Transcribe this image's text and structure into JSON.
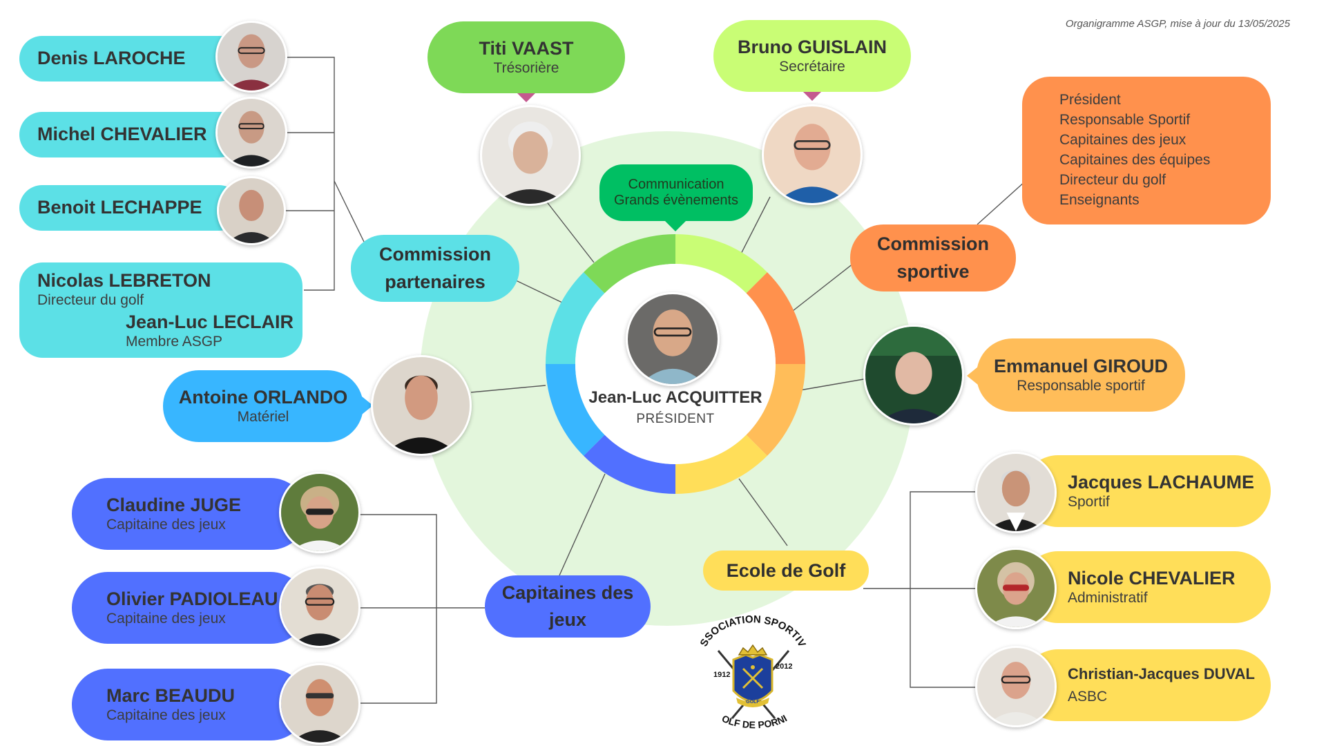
{
  "note": "Organigramme ASGP, mise à jour du 13/05/2025",
  "president": {
    "name": "Jean-Luc ACQUITTER",
    "role": "PRÉSIDENT"
  },
  "treasurer": {
    "name": "Titi VAAST",
    "role": "Trésorière"
  },
  "secretary": {
    "name": "Bruno GUISLAIN",
    "role": "Secrétaire"
  },
  "communication": {
    "line1": "Communication",
    "line2": "Grands évènements"
  },
  "partners": {
    "title_line1": "Commission",
    "title_line2": "partenaires",
    "members": [
      {
        "name": "Denis LAROCHE"
      },
      {
        "name": "Michel CHEVALIER"
      },
      {
        "name": "Benoit LECHAPPE"
      }
    ],
    "group": [
      {
        "name": "Nicolas LEBRETON",
        "role": "Directeur du golf"
      },
      {
        "name": "Jean-Luc LECLAIR",
        "role": "Membre ASGP"
      }
    ]
  },
  "material": {
    "name": "Antoine ORLANDO",
    "role": "Matériel"
  },
  "sport_commission": {
    "title_line1": "Commission",
    "title_line2": "sportive",
    "members": [
      "Président",
      "Responsable Sportif",
      "Capitaines des jeux",
      "Capitaines des équipes",
      "Directeur du golf",
      "Enseignants"
    ]
  },
  "sport_manager": {
    "name": "Emmanuel GIROUD",
    "role": "Responsable sportif"
  },
  "game_captains": {
    "title_line1": "Capitaines des",
    "title_line2": "jeux",
    "members": [
      {
        "name": "Claudine JUGE",
        "role": "Capitaine des jeux"
      },
      {
        "name": "Olivier PADIOLEAU",
        "role": "Capitaine des jeux"
      },
      {
        "name": "Marc BEAUDU",
        "role": "Capitaine des jeux"
      }
    ]
  },
  "golf_school": {
    "title": "Ecole de Golf",
    "members": [
      {
        "name": "Jacques LACHAUME",
        "role": "Sportif"
      },
      {
        "name": "Nicole CHEVALIER",
        "role": "Administratif"
      },
      {
        "name": "Christian-Jacques DUVAL",
        "role": "ASBC"
      }
    ]
  },
  "logo": {
    "top_text": "ASSOCIATION SPORTIVE",
    "bottom_text": "GOLF DE PORNIC",
    "year_left": "1912",
    "year_right": "2012",
    "shield_text": "GOLF"
  },
  "colors": {
    "cyan": "#5ce0e6",
    "green": "#7ed957",
    "lime": "#c9fd75",
    "orange": "#ff914d",
    "light_orange": "#ffbd59",
    "yellow": "#ffde59",
    "blue": "#38b6ff",
    "indigo": "#5170ff",
    "dark_green": "#00bf63",
    "pale_green": "#e3f6dc",
    "pointer_pink": "#c45a8f"
  },
  "icons": [
    "portrait-photo",
    "golf-club-crest"
  ]
}
